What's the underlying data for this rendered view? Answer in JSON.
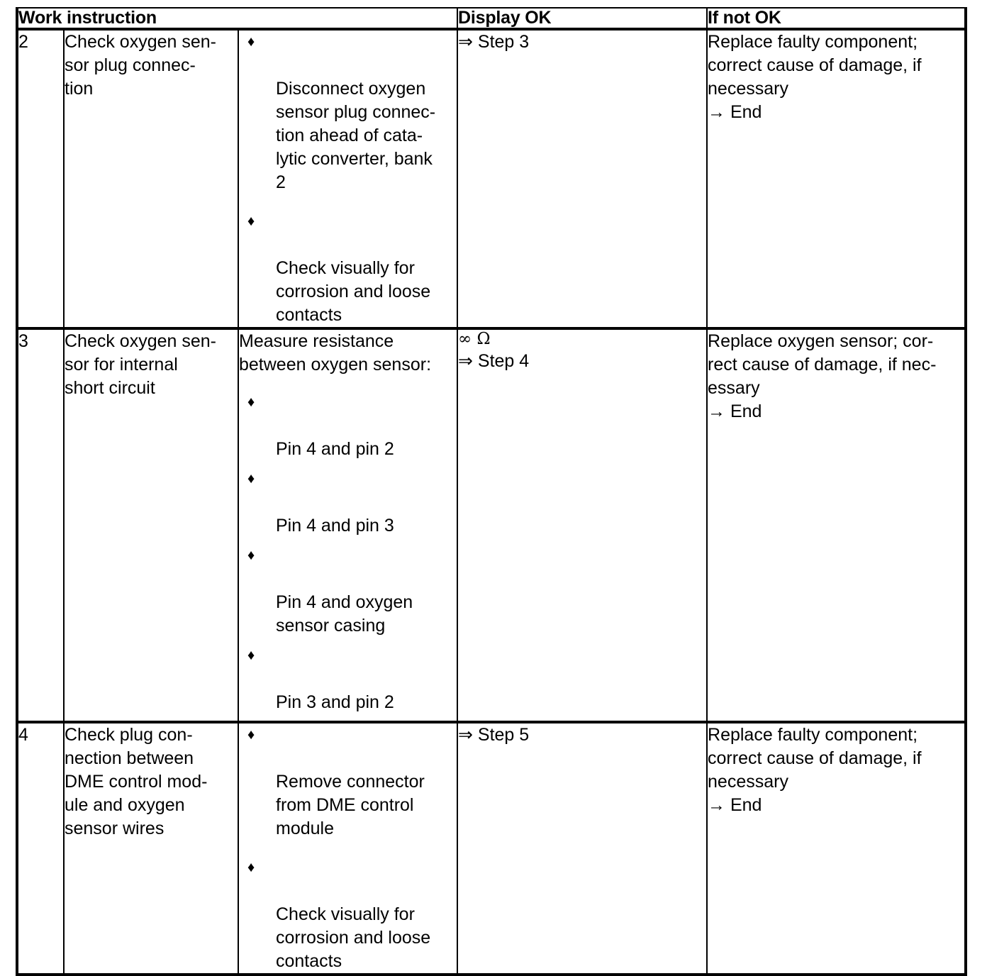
{
  "table": {
    "headers": [
      {
        "label": "Work instruction",
        "name": "work-instruction"
      },
      {
        "label": "Display OK",
        "name": "display-ok"
      },
      {
        "label": "If not OK",
        "name": "if-not-ok"
      }
    ],
    "rows": [
      {
        "step": "2",
        "instruction": "Check oxygen sen-\nsor plug connec-\ntion",
        "details_lead": "",
        "details_bullets": [
          "Disconnect oxygen\nsensor plug connec-\ntion ahead of cata-\nlytic converter, bank\n2",
          "Check visually for\ncorrosion and loose\ncontacts"
        ],
        "display_ok_symbol": "",
        "display_ok": "⇒ Step 3",
        "if_not_ok": "Replace faulty component;\ncorrect cause of damage, if\nnecessary",
        "if_not_ok_arrow": "→ End"
      },
      {
        "step": "3",
        "instruction": "Check oxygen sen-\nsor for internal\nshort circuit",
        "details_lead": "Measure resistance\nbetween oxygen sensor:",
        "details_bullets": [
          "Pin 4 and pin 2",
          "Pin 4 and pin 3",
          "Pin 4 and oxygen\nsensor casing",
          "Pin 3 and pin 2"
        ],
        "display_ok_symbol": "∞ Ω",
        "display_ok": "⇒ Step 4",
        "if_not_ok": "Replace oxygen sensor; cor-\nrect cause of damage, if nec-\nessary",
        "if_not_ok_arrow": "→ End"
      },
      {
        "step": "4",
        "instruction": "Check plug con-\nnection between\nDME control mod-\nule and oxygen\nsensor wires",
        "details_lead": "",
        "details_bullets": [
          "Remove connector\nfrom DME control\nmodule",
          "Check visually for\ncorrosion and loose\ncontacts"
        ],
        "display_ok_symbol": "",
        "display_ok": "⇒ Step 5",
        "if_not_ok": "Replace faulty component;\ncorrect cause of damage, if\nnecessary",
        "if_not_ok_arrow": "→ End"
      }
    ],
    "bullet_glyph": "♦",
    "colors": {
      "border": "#000000",
      "text": "#000000",
      "background": "#ffffff"
    }
  }
}
